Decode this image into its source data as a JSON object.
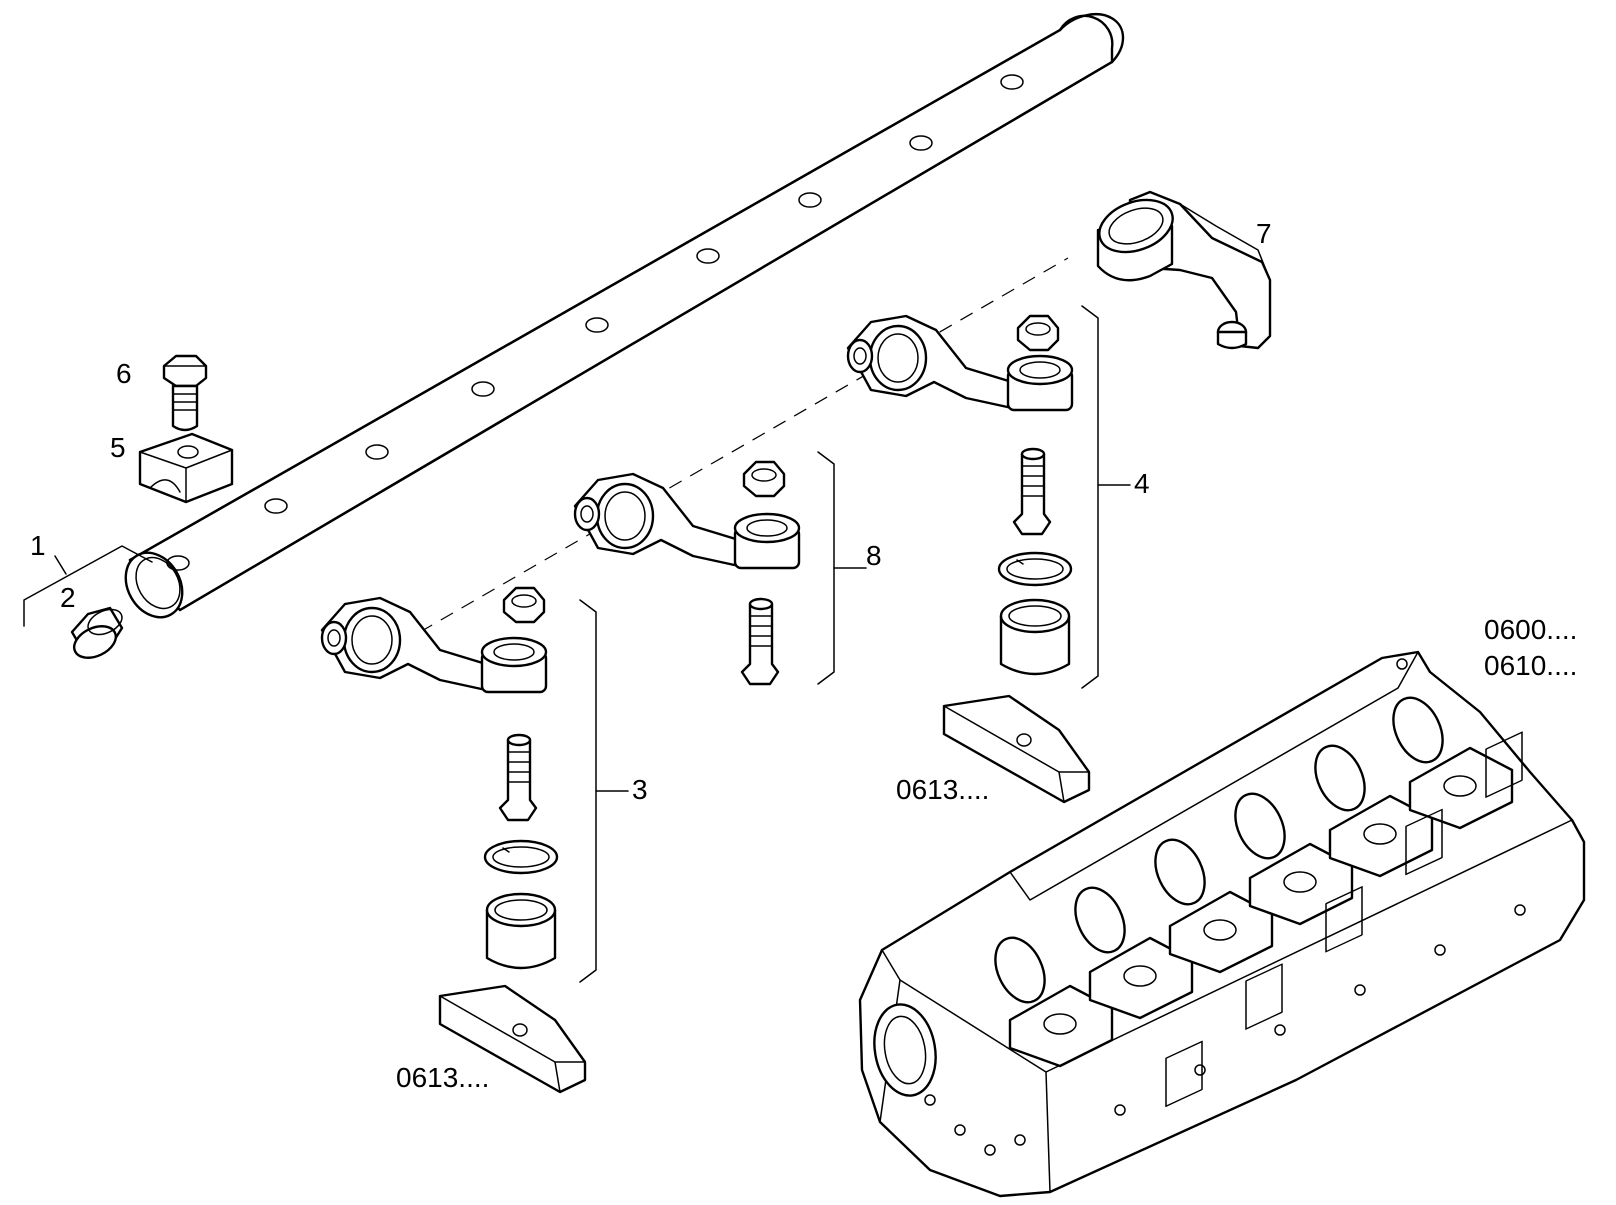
{
  "callouts": {
    "c1": "1",
    "c2": "2",
    "c3": "3",
    "c4": "4",
    "c5": "5",
    "c6": "6",
    "c7": "7",
    "c8": "8"
  },
  "references": {
    "ref_0613_left": "0613....",
    "ref_0613_right": "0613....",
    "ref_0600": "0600....",
    "ref_0610": "0610...."
  }
}
